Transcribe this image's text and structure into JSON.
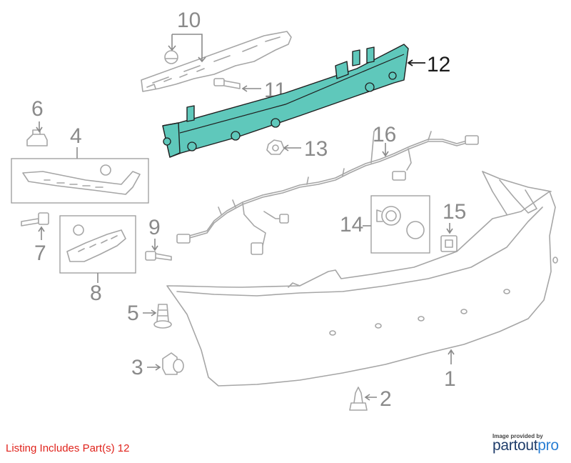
{
  "diagram": {
    "callouts": [
      "1",
      "2",
      "3",
      "4",
      "5",
      "6",
      "7",
      "8",
      "9",
      "10",
      "11",
      "12",
      "13",
      "14",
      "15",
      "16"
    ],
    "highlighted_part": "12"
  },
  "listing": {
    "text": "Listing Includes Part(s) 12"
  },
  "credit": {
    "line": "Image provided by",
    "brand_part1": "partout",
    "brand_part2": "pro"
  },
  "colors": {
    "highlight": "#5fc8bb",
    "listing_text": "#e0231c",
    "lines": "#a6a6a6"
  }
}
